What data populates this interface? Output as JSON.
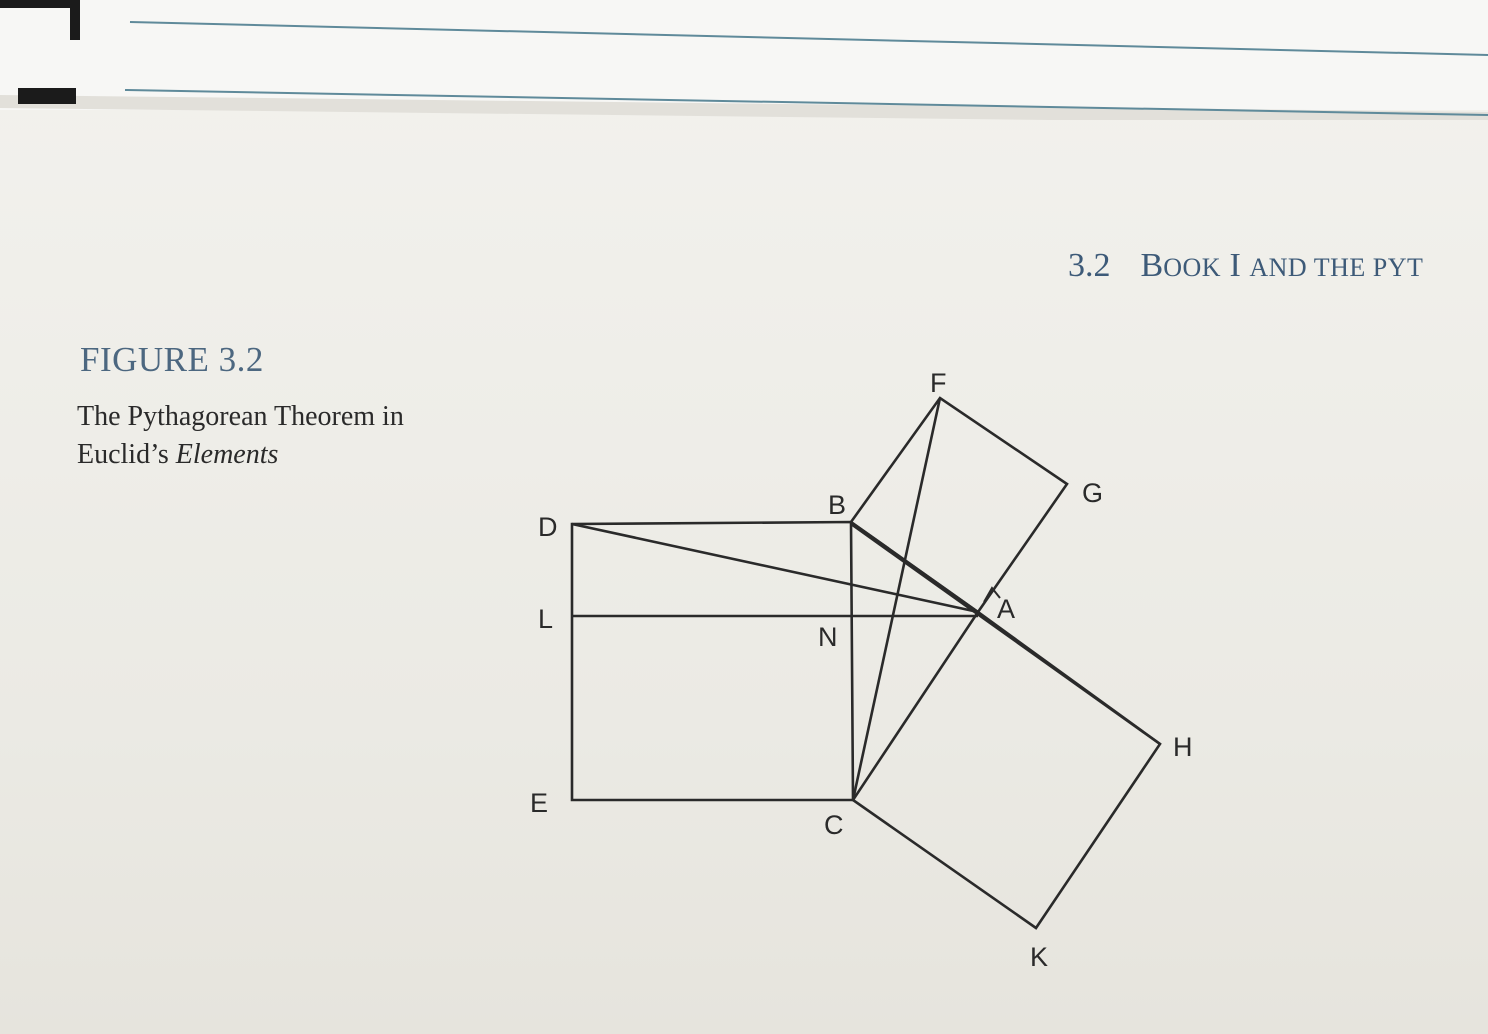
{
  "header": {
    "section_number": "3.2",
    "title_initial": "B",
    "title_rest": "OOK",
    "title_roman": "I",
    "title_tail": "AND THE PYT"
  },
  "figure": {
    "label": "FIGURE 3.2",
    "caption_plain": "The Pythagorean Theorem in Euclid’s ",
    "caption_italic": "Elements"
  },
  "diagram": {
    "points": {
      "F": "F",
      "G": "G",
      "B": "B",
      "D": "D",
      "A": "A",
      "L": "L",
      "N": "N",
      "H": "H",
      "E": "E",
      "C": "C",
      "K": "K"
    }
  },
  "colors": {
    "ink": "#2a2a2a",
    "accent": "#3d5a78",
    "paper": "#eeece6"
  }
}
